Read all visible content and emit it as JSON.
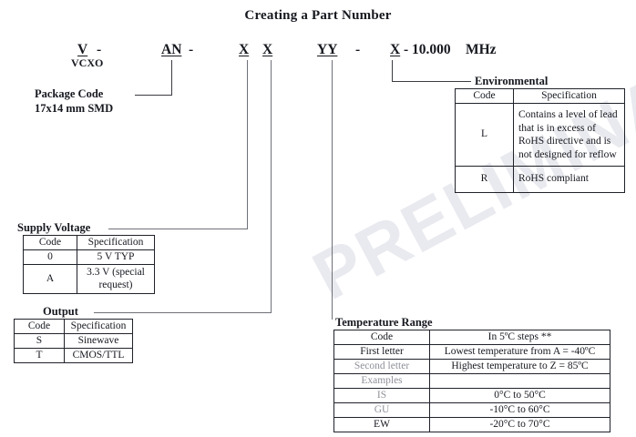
{
  "title": "Creating a Part Number",
  "watermark": "PRELIMINARY",
  "part_number": {
    "tokens": [
      {
        "text": "V",
        "underlined": true
      },
      {
        "text": "-",
        "underlined": false
      },
      {
        "text": "AN",
        "underlined": true
      },
      {
        "text": "-",
        "underlined": false
      },
      {
        "text": "X",
        "underlined": true
      },
      {
        "text": "X",
        "underlined": true
      },
      {
        "text": "YY",
        "underlined": true
      },
      {
        "text": "-",
        "underlined": false
      },
      {
        "text": "X",
        "underlined": true
      },
      {
        "text": "- 10.000",
        "underlined": false
      },
      {
        "text": "MHz",
        "underlined": false
      }
    ],
    "vcxo_label": "VCXO"
  },
  "sections": {
    "package_code": {
      "caption_line1": "Package Code",
      "caption_line2": "17x14 mm SMD"
    },
    "environmental": {
      "caption": "Environmental",
      "headers": [
        "Code",
        "Specification"
      ],
      "rows": [
        {
          "code": "L",
          "spec": "Contains a level of lead that is in excess of RoHS directive and is not designed for reflow"
        },
        {
          "code": "R",
          "spec": "RoHS compliant"
        }
      ]
    },
    "supply_voltage": {
      "caption": "Supply Voltage",
      "headers": [
        "Code",
        "Specification"
      ],
      "rows": [
        {
          "code": "0",
          "spec": "5 V TYP"
        },
        {
          "code": "A",
          "spec": "3.3 V (special request)"
        }
      ]
    },
    "output": {
      "caption": "Output",
      "headers": [
        "Code",
        "Specification"
      ],
      "rows": [
        {
          "code": "S",
          "spec": "Sinewave"
        },
        {
          "code": "T",
          "spec": "CMOS/TTL"
        }
      ]
    },
    "temperature_range": {
      "caption": "Temperature Range",
      "rows": [
        {
          "code": "Code",
          "spec": "In 5ºC steps **"
        },
        {
          "code": "First letter",
          "spec": "Lowest temperature from A = -40ºC"
        },
        {
          "code": "Second letter",
          "spec": "Highest temperature to Z = 85ºC"
        },
        {
          "code": "Examples",
          "spec": ""
        },
        {
          "code": "IS",
          "spec": "0°C to 50°C"
        },
        {
          "code": "GU",
          "spec": "-10°C to 60°C"
        },
        {
          "code": "EW",
          "spec": "-20°C to 70°C"
        }
      ]
    }
  }
}
